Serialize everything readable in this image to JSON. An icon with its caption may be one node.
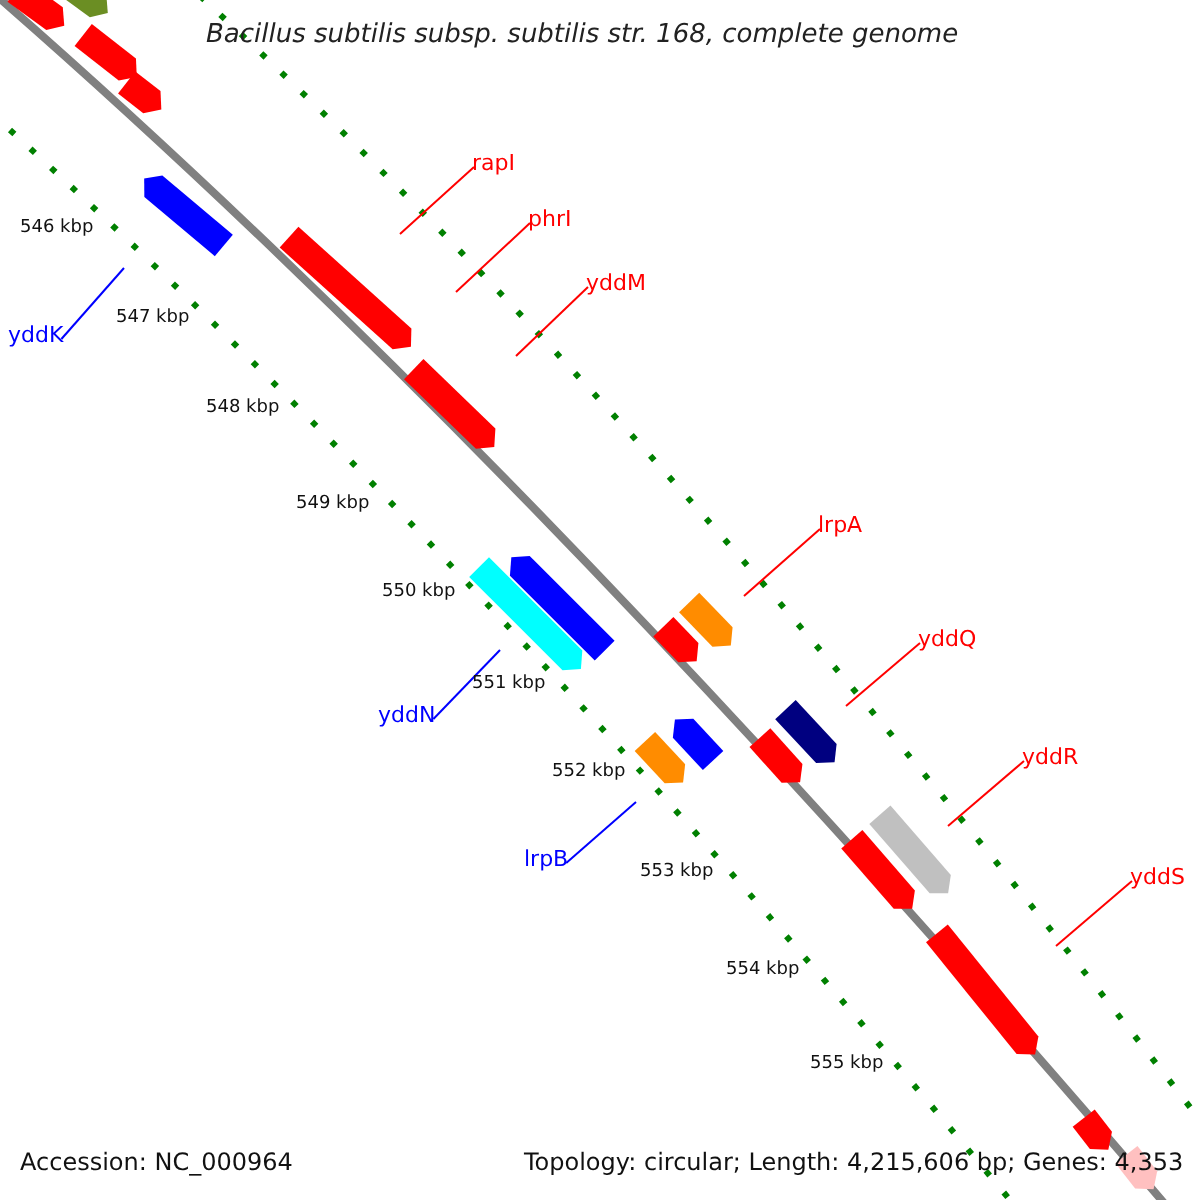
{
  "diagram": {
    "title": "Bacillus subtilis subsp. subtilis str. 168, complete genome",
    "nodes": [
      {
        "text": [
          "rapI"
        ]
      },
      {
        "text": [
          "phrI"
        ]
      },
      {
        "text": [
          "yddM"
        ]
      },
      {
        "text": [
          "yddK"
        ]
      },
      {
        "text": [
          "lrpA"
        ]
      },
      {
        "text": [
          "yddQ"
        ]
      },
      {
        "text": [
          "yddN"
        ]
      },
      {
        "text": [
          "yddR"
        ]
      },
      {
        "text": [
          "lrpB"
        ]
      },
      {
        "text": [
          "yddS"
        ]
      }
    ],
    "edges": [
      {
        "from": 0,
        "to": null,
        "arrow": "none"
      },
      {
        "from": 1,
        "to": null,
        "arrow": "none"
      },
      {
        "from": 2,
        "to": null,
        "arrow": "none"
      },
      {
        "from": 3,
        "to": null,
        "arrow": "none",
        "color": "#0000ff"
      },
      {
        "from": 4,
        "to": null,
        "arrow": "none"
      },
      {
        "from": 5,
        "to": null,
        "arrow": "none"
      },
      {
        "from": 6,
        "to": null,
        "arrow": "none",
        "color": "#0000ff"
      },
      {
        "from": 7,
        "to": null,
        "arrow": "none"
      },
      {
        "from": 8,
        "to": null,
        "arrow": "none",
        "color": "#0000ff"
      },
      {
        "from": 9,
        "to": null,
        "arrow": "none"
      }
    ],
    "labels": [
      "546 kbp",
      "547 kbp",
      "548 kbp",
      "549 kbp",
      "550 kbp",
      "551 kbp",
      "552 kbp",
      "553 kbp",
      "554 kbp",
      "555 kbp",
      "Accession: NC_000964",
      "Topology: circular; Length: 4,215,606 bp; Genes: 4,353"
    ]
  }
}
